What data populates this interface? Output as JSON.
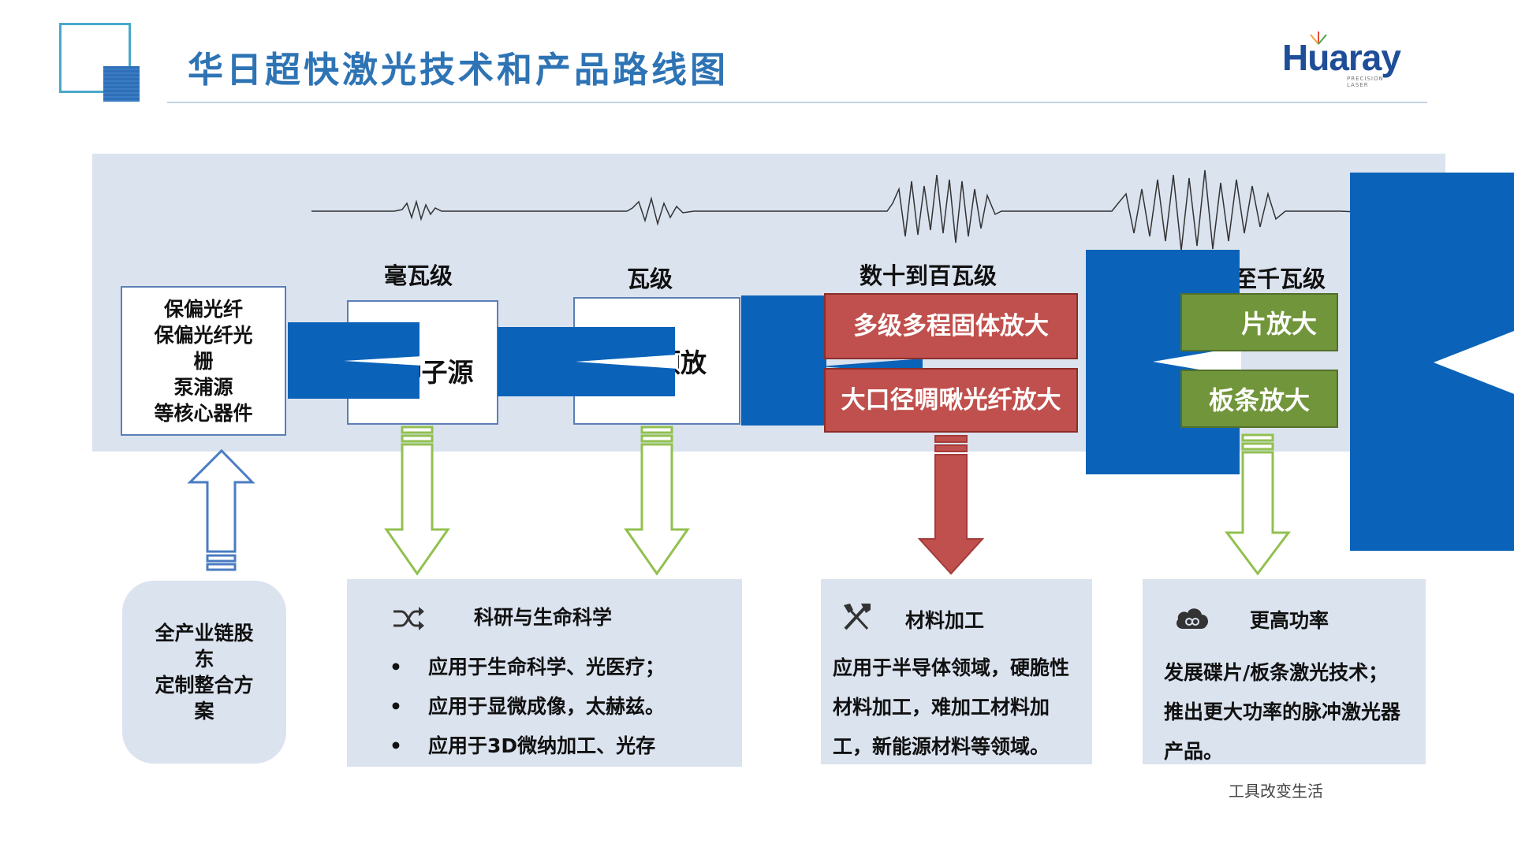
{
  "title": "华日超快激光技术和产品路线图",
  "logo": {
    "word": "Huaray",
    "sub": "PRECISION LASER"
  },
  "levels": {
    "mw": "毫瓦级",
    "w": "瓦级",
    "tens": "数十到百瓦级",
    "hundreds": "数百瓦至千瓦级"
  },
  "left_box": [
    "保偏光纤",
    "保偏光纤光",
    "栅",
    "泵浦源",
    "等核心器件"
  ],
  "box1_text": "种子源",
  "box2_text": "预放",
  "red_boxes": [
    "多级多程固体放大",
    "大口径啁啾光纤放大"
  ],
  "green_boxes": [
    "片放大",
    "板条放大"
  ],
  "bottom_left": [
    "全产业链股",
    "东",
    "定制整合方",
    "案"
  ],
  "panels": {
    "research": {
      "heading": "科研与生命科学",
      "icon": "shuffle-icon",
      "bullets": [
        "应用于生命科学、光医疗；",
        "应用于显微成像，太赫兹。",
        "应用于3D微纳加工、光存"
      ]
    },
    "material": {
      "heading": "材料加工",
      "icon": "tools-icon",
      "body": "应用于半导体领域，硬脆性材料加工，难加工材料加工，新能源材料等领域。"
    },
    "power": {
      "heading": "更高功率",
      "icon": "cloud-icon",
      "body": "发展碟片/板条激光技术；推出更大功率的脉冲激光器产品。"
    }
  },
  "footer": "工具改变生活",
  "colors": {
    "title": "#2e74b5",
    "band": "#dbe3ef",
    "red": "#c0504d",
    "green": "#71953a",
    "blue": "#0b63b9",
    "arrow_green": "#92c050",
    "arrow_blue": "#4a7cc1"
  }
}
